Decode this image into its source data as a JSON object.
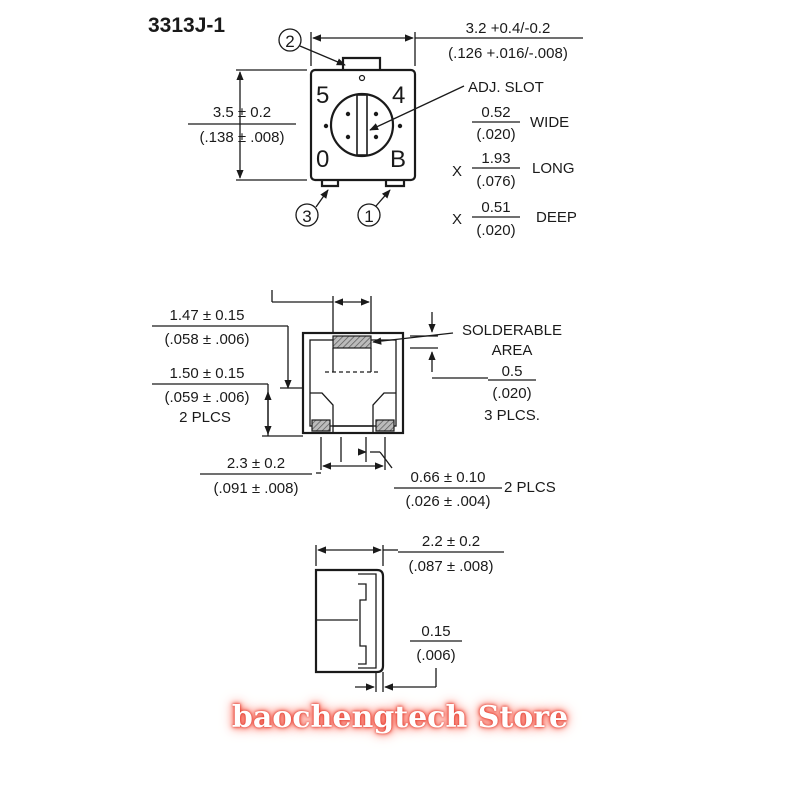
{
  "title": "3313J-1",
  "top_view": {
    "pin_labels": [
      "2",
      "3",
      "1"
    ],
    "corner_marks": [
      "5",
      "4",
      "0",
      "B"
    ],
    "width_dim": "3.2 +0.4/-0.2",
    "width_dim_in": "(.126 +.016/-.008)",
    "height_dim": "3.5 ± 0.2",
    "height_dim_in": "(.138 ± .008)",
    "adj_slot": "ADJ. SLOT",
    "slot_wide": "0.52",
    "slot_wide_in": "(.020)",
    "slot_wide_label": "WIDE",
    "slot_long": "1.93",
    "slot_long_in": "(.076)",
    "slot_long_label": "LONG",
    "slot_deep": "0.51",
    "slot_deep_in": "(.020)",
    "slot_deep_label": "DEEP",
    "times": "X"
  },
  "bottom_view": {
    "dim1": "1.47 ± 0.15",
    "dim1_in": "(.058 ± .006)",
    "dim2": "1.50 ± 0.15",
    "dim2_in": "(.059 ± .006)",
    "dim2_note": "2 PLCS",
    "solder_label_1": "SOLDERABLE",
    "solder_label_2": "AREA",
    "solder_dim": "0.5",
    "solder_dim_in": "(.020)",
    "solder_note": "3 PLCS.",
    "dim3": "2.3 ± 0.2",
    "dim3_in": "(.091 ± .008)",
    "dim4": "0.66 ± 0.10",
    "dim4_in": "(.026 ± .004)",
    "dim4_note": "2 PLCS"
  },
  "side_view": {
    "dim1": "2.2 ± 0.2",
    "dim1_in": "(.087 ± .008)",
    "dim2": "0.15",
    "dim2_in": "(.006)"
  },
  "watermark": "baochengtech Store"
}
